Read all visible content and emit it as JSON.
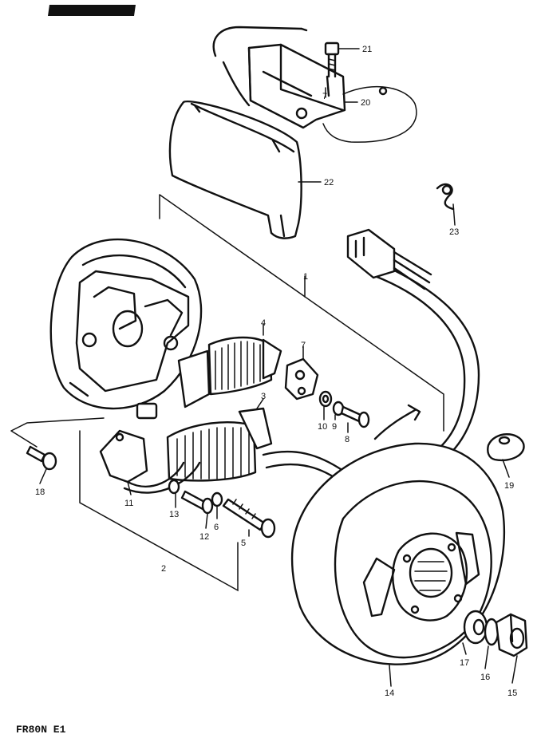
{
  "diagram": {
    "code": "FR80N E1",
    "callouts": {
      "c1": "1",
      "c2": "2",
      "c3": "3",
      "c4": "4",
      "c5": "5",
      "c6": "6",
      "c7a": "7",
      "c7b": "7",
      "c8": "8",
      "c9": "9",
      "c10": "10",
      "c11": "11",
      "c12": "12",
      "c13": "13",
      "c14": "14",
      "c15": "15",
      "c16": "16",
      "c17": "17",
      "c18": "18",
      "c19": "19",
      "c20": "20",
      "c21": "21",
      "c22": "22",
      "c23": "23"
    }
  }
}
